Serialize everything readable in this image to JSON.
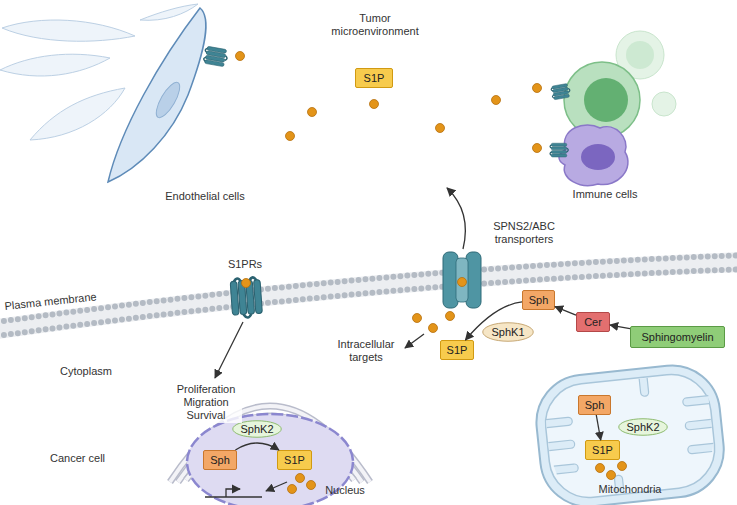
{
  "diagram": {
    "nodes": [
      {
        "text": [
          "S1P"
        ]
      },
      {
        "text": [
          "Sph"
        ]
      },
      {
        "text": [
          "Cer"
        ]
      },
      {
        "text": [
          "Sphingomyelin"
        ]
      },
      {
        "text": [
          "SphK1"
        ]
      },
      {
        "text": [
          "S1P"
        ]
      },
      {
        "text": [
          "Nucleus"
        ]
      },
      {
        "text": [
          "SphK2"
        ],
        "in": 6
      },
      {
        "text": [
          "Sph"
        ],
        "in": 6
      },
      {
        "text": [
          "S1P"
        ],
        "in": 6
      },
      {
        "text": [
          "Mitochondria"
        ]
      },
      {
        "text": [
          "Sph"
        ],
        "in": 10
      },
      {
        "text": [
          "SphK2"
        ],
        "in": 10
      },
      {
        "text": [
          "S1P"
        ],
        "in": 10
      }
    ],
    "edges": [
      {
        "from": 3,
        "to": 2,
        "arrow": "to"
      },
      {
        "from": 2,
        "to": 1,
        "arrow": "to"
      },
      {
        "from": 1,
        "to": 5,
        "arrow": "to"
      },
      {
        "from": 8,
        "to": 9,
        "arrow": "to"
      },
      {
        "from": 11,
        "to": 13,
        "arrow": "to"
      }
    ],
    "labels": [
      "Tumor microenvironment",
      "Endothelial cells",
      "Immune cells",
      "S1PRs",
      "SPNS2/ABC transporters",
      "Plasma membrane",
      "Intracellular targets",
      "Cytoplasm",
      "Proliferation Migration Survival",
      "Cancer cell"
    ]
  }
}
